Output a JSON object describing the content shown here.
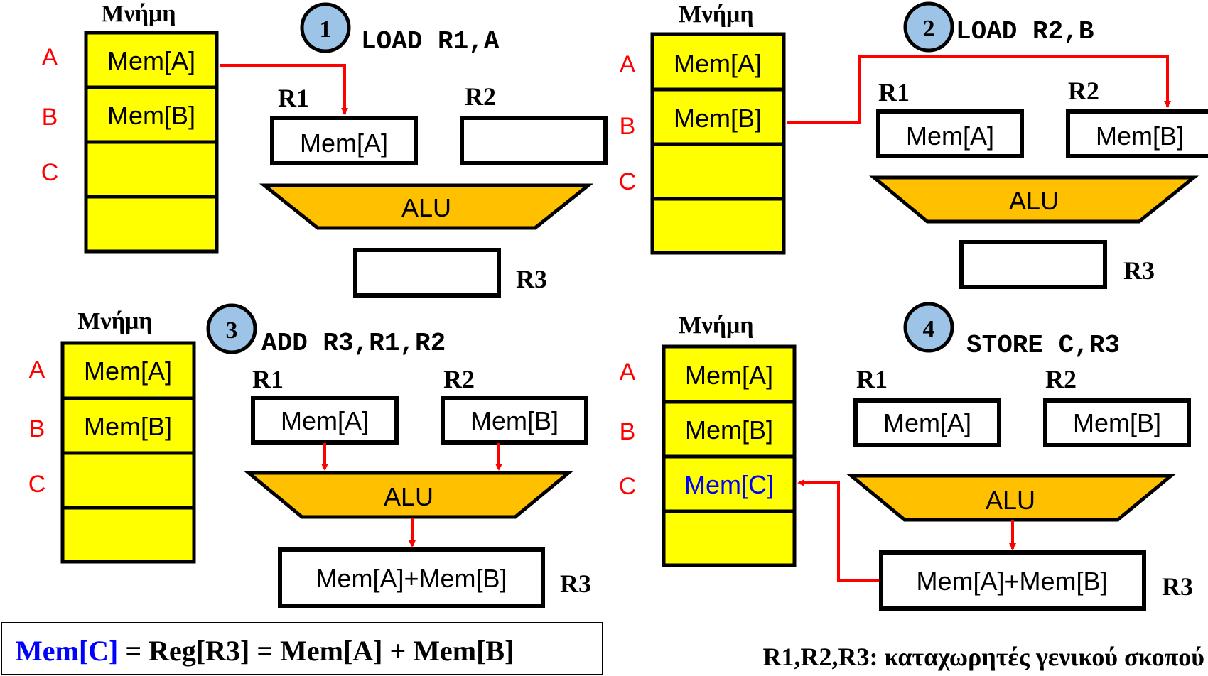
{
  "colors": {
    "cell_fill": "#ffff00",
    "alu_fill": "#ffc000",
    "arrow": "#ff0000",
    "step_badge": "#9dc3e6",
    "addr_label": "#ff0000",
    "mem_c_text": "#0000ff"
  },
  "memory_title": "Μνήμη",
  "alu_label": "ALU",
  "register_labels": {
    "r1": "R1",
    "r2": "R2",
    "r3": "R3"
  },
  "address_labels": {
    "a": "A",
    "b": "B",
    "c": "C"
  },
  "panels": [
    {
      "step": "1",
      "instruction": "LOAD R1,A",
      "memory_cells": [
        "Mem[A]",
        "Mem[B]",
        "",
        ""
      ],
      "r1": "Mem[A]",
      "r2": "",
      "r3": ""
    },
    {
      "step": "2",
      "instruction": "LOAD R2,B",
      "memory_cells": [
        "Mem[A]",
        "Mem[B]",
        "",
        ""
      ],
      "r1": "Mem[A]",
      "r2": "Mem[B]",
      "r3": ""
    },
    {
      "step": "3",
      "instruction": "ADD R3,R1,R2",
      "memory_cells": [
        "Mem[A]",
        "Mem[B]",
        "",
        ""
      ],
      "r1": "Mem[A]",
      "r2": "Mem[B]",
      "r3": "Mem[A]+Mem[B]"
    },
    {
      "step": "4",
      "instruction": "STORE C,R3",
      "memory_cells": [
        "Mem[A]",
        "Mem[B]",
        "Mem[C]",
        ""
      ],
      "r1": "Mem[A]",
      "r2": "Mem[B]",
      "r3": "Mem[A]+Mem[B]"
    }
  ],
  "equation": {
    "lhs": "Mem[C]",
    "rhs": " = Reg[R3] = Mem[A] + Mem[B]"
  },
  "footnote": "R1,R2,R3: καταχωρητές γενικού σκοπού"
}
